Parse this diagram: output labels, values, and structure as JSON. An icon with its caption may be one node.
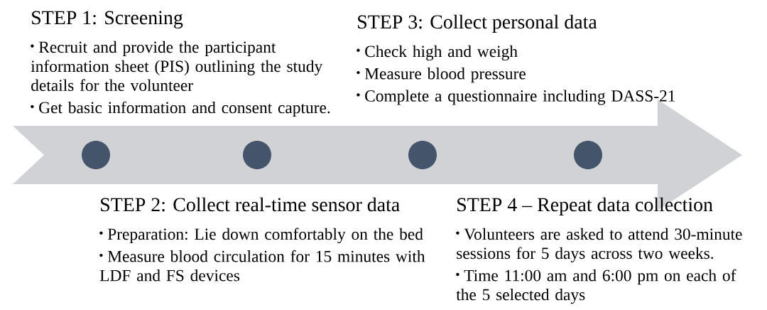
{
  "diagram": {
    "nodes": [
      {
        "text": [],
        "shape": "circle",
        "beside": [
          "STEP 1: Screening",
          "Recruit and provide the participant information sheet (PIS) outlining the study details for the volunteer",
          "Get basic information and consent capture."
        ]
      },
      {
        "text": [],
        "shape": "circle",
        "beside": [
          "STEP 2: Collect real-time sensor data",
          "Preparation: Lie down comfortably on the bed",
          "Measure blood circulation for 15 minutes with LDF and FS devices"
        ]
      },
      {
        "text": [],
        "shape": "circle",
        "beside": [
          "STEP 3: Collect personal data",
          "Check high and weigh",
          "Measure blood pressure",
          "Complete a questionnaire including DASS-21"
        ]
      },
      {
        "text": [],
        "shape": "circle",
        "beside": [
          "STEP 4 – Repeat data collection",
          "Volunteers are asked to attend 30-minute sessions for 5 days across two weeks.",
          "Time 11:00 am and 6:00 pm on each of the 5 selected days"
        ]
      }
    ]
  }
}
